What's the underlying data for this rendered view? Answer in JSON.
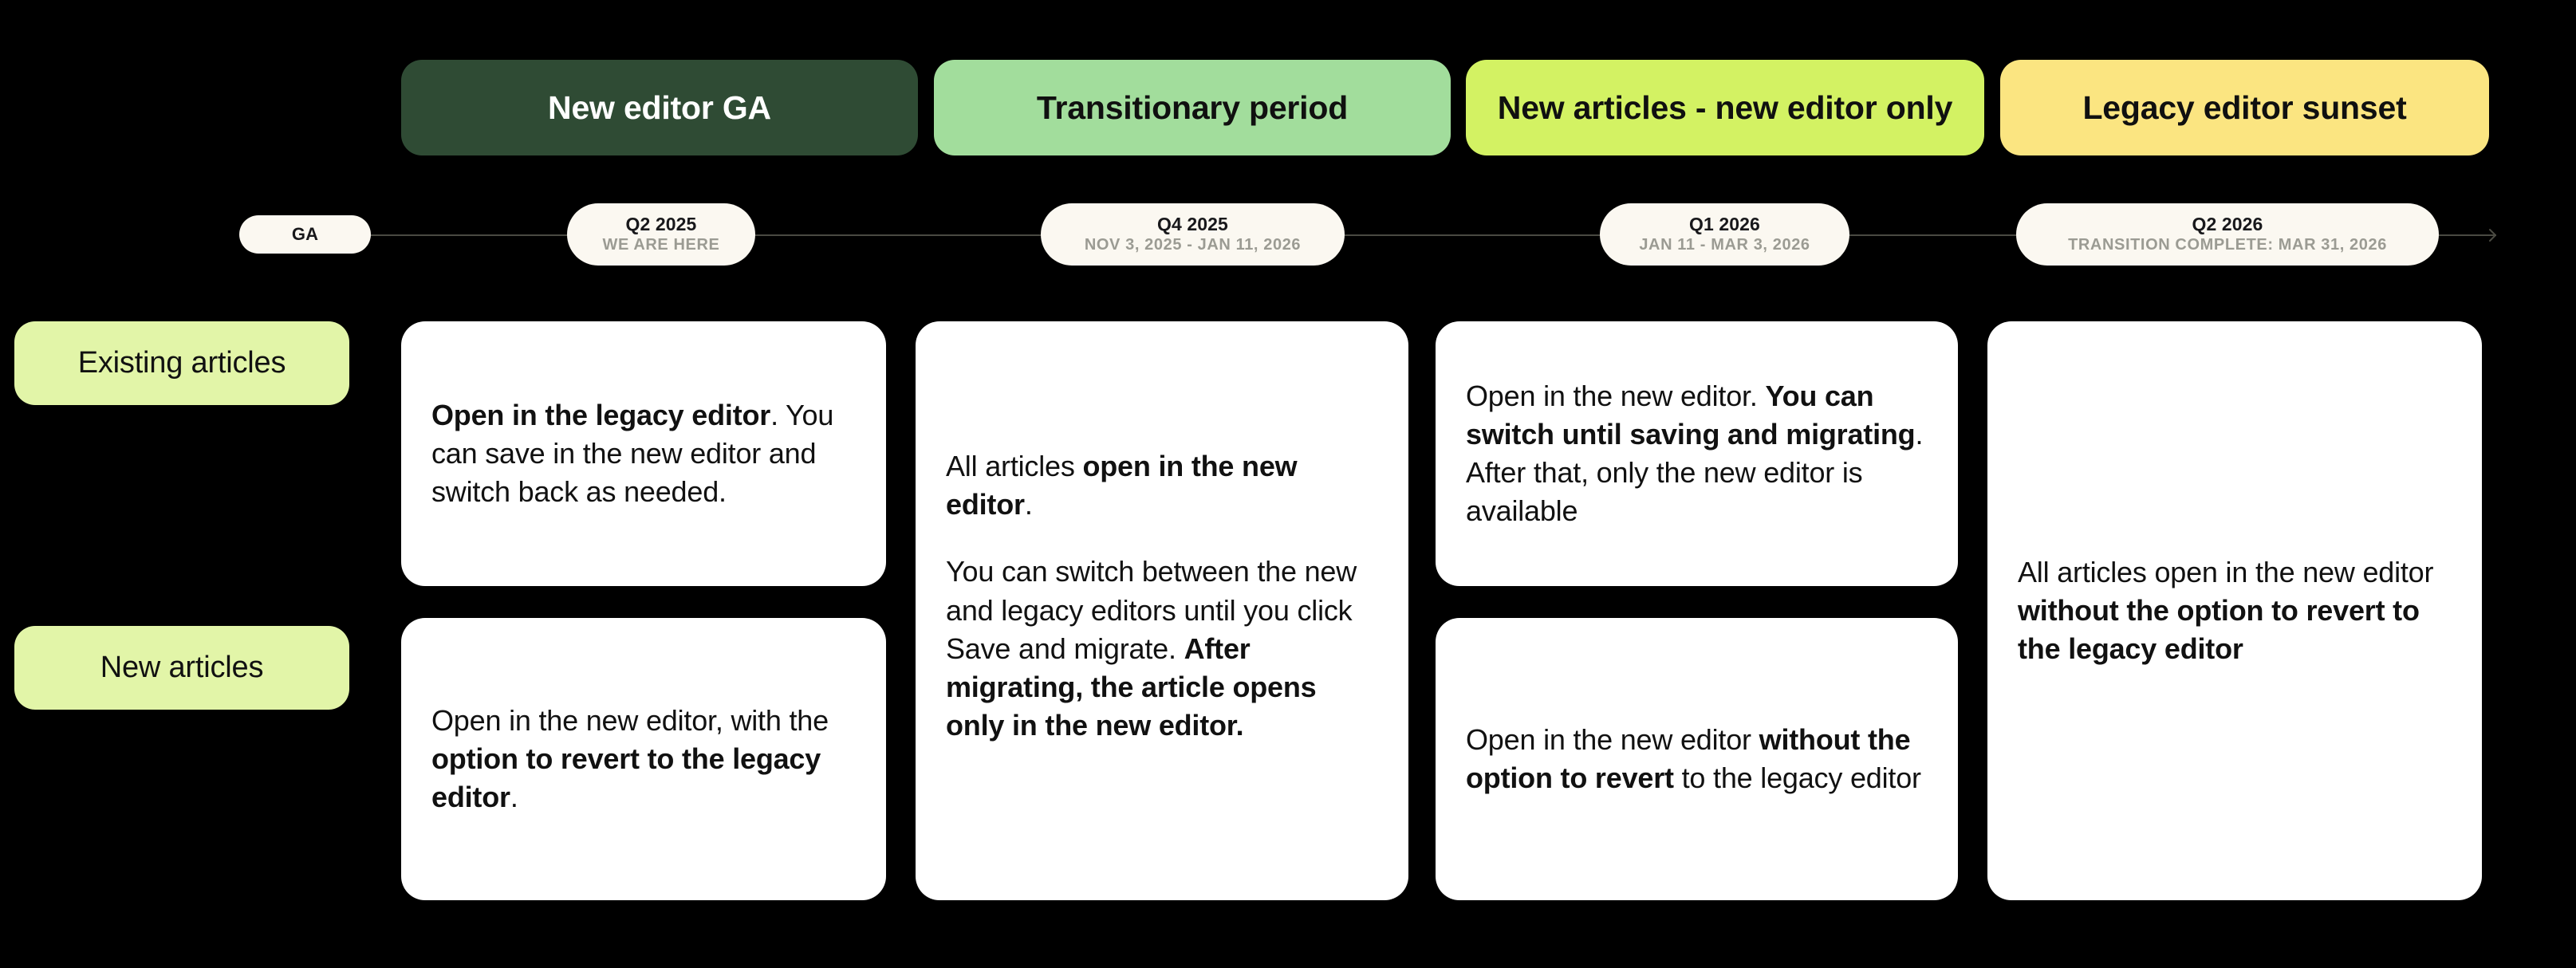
{
  "phases": [
    {
      "label": "New editor GA",
      "color": "#2f4b34",
      "text_color": "#ffffff"
    },
    {
      "label": "Transitionary period",
      "color": "#a2dd9c",
      "text_color": "#101010"
    },
    {
      "label": "New articles - new editor only",
      "color": "#d3f263",
      "text_color": "#101010"
    },
    {
      "label": "Legacy editor sunset",
      "color": "#fbe581",
      "text_color": "#101010"
    }
  ],
  "timeline": {
    "markers": [
      {
        "title": "GA",
        "subtitle": ""
      },
      {
        "title": "Q2 2025",
        "subtitle": "WE ARE HERE"
      },
      {
        "title": "Q4 2025",
        "subtitle": "NOV 3, 2025 - JAN 11, 2026"
      },
      {
        "title": "Q1 2026",
        "subtitle": "JAN 11 - MAR 3, 2026"
      },
      {
        "title": "Q2 2026",
        "subtitle": "TRANSITION COMPLETE: MAR 31, 2026"
      }
    ],
    "arrow_icon": "arrow-right-icon",
    "line_color": "#4a4a42",
    "marker_bg": "#fbf8f1"
  },
  "rows": [
    {
      "label": "Existing articles",
      "color": "#e2f5a8"
    },
    {
      "label": "New articles",
      "color": "#e2f5a8"
    }
  ],
  "cards": {
    "existing_q2_2025": {
      "html": "<b>Open in the legacy editor</b>. You can save in the new editor and switch back as needed."
    },
    "transitionary_all": {
      "html": "<p>All articles <b>open in the new editor</b>.</p><p>You can switch between the new and legacy editors until you click Save and migrate. <b>After migrating, the article opens only in the new editor.</b></p>"
    },
    "existing_q1_2026": {
      "html": "Open in the new editor. <b>You can switch until saving and migrating</b>. After that, only the new editor is available"
    },
    "sunset_all": {
      "html": "All articles open in the new editor <b>without the option to revert to the legacy editor</b>"
    },
    "new_q2_2025": {
      "html": "Open in the new editor, with the <b>option to revert to the legacy editor</b>."
    },
    "new_q1_2026": {
      "html": "Open in the new editor <b>without the option to revert</b> to the legacy editor"
    }
  },
  "theme": {
    "background": "#000000",
    "card_background": "#ffffff",
    "card_text": "#111111"
  }
}
